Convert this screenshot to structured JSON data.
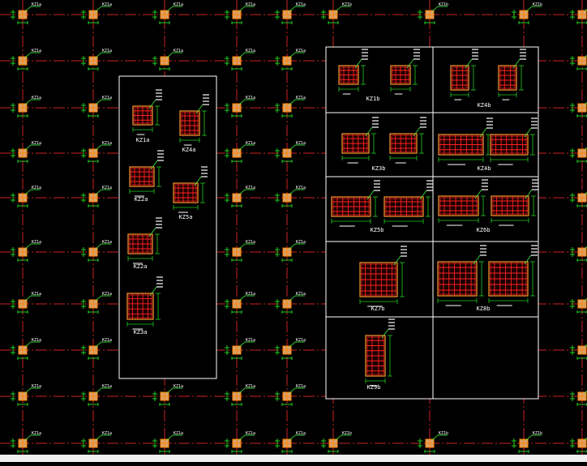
{
  "drawing": {
    "colors": {
      "background": "#000000",
      "axis_line": "#cc2222",
      "column_fill": "#d8a070",
      "column_core": "#ff8800",
      "rebar_grid": "#ff2020",
      "section_outline": "#ff9a30",
      "dimension": "#22cc22",
      "leader": "#40ff40",
      "text": "#ffffff",
      "frame": "#ffffff",
      "tag": "#e8e84a"
    },
    "plan_column_labels": {
      "left_columns": "KZ1a",
      "right_columns": "KZ1b"
    },
    "left_panel": {
      "sections": [
        {
          "label": "KZ1a"
        },
        {
          "label": "KZ4a"
        },
        {
          "label": "KZ2a"
        },
        {
          "label": "KZ5a"
        },
        {
          "label": "KZ2a"
        },
        {
          "label": "KZ3a"
        }
      ]
    },
    "right_panel": {
      "sections": [
        {
          "label": "KZ1b"
        },
        {
          "label": "KZ4b"
        },
        {
          "label": "KZ3b"
        },
        {
          "label": "KZ4b"
        },
        {
          "label": "KZ5b"
        },
        {
          "label": "KZ6b"
        },
        {
          "label": "KZ7b"
        },
        {
          "label": "KZ8b"
        },
        {
          "label": "KZ9b"
        }
      ]
    }
  }
}
